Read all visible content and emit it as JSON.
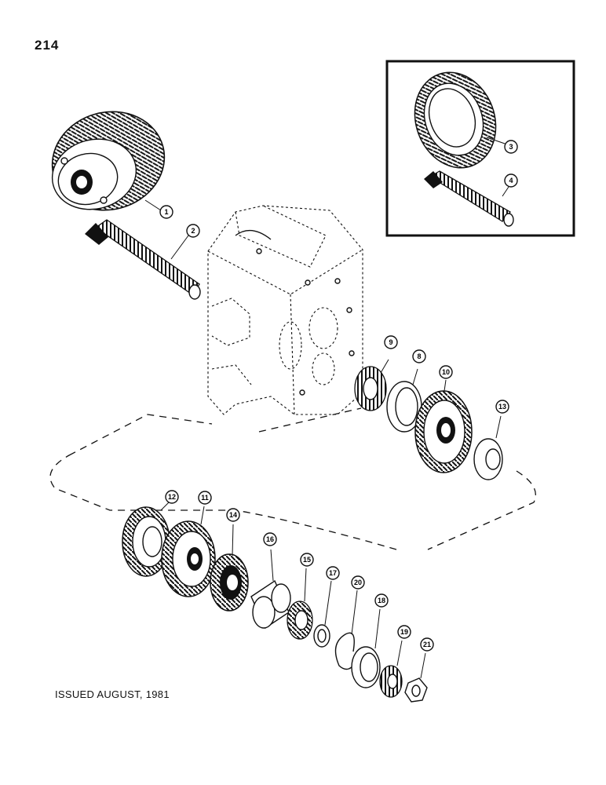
{
  "page": {
    "number": "214"
  },
  "footer": {
    "issued": "ISSUED AUGUST, 1981"
  },
  "callouts": [
    "1",
    "2",
    "3",
    "4",
    "9",
    "8",
    "10",
    "13",
    "12",
    "11",
    "14",
    "16",
    "15",
    "17",
    "20",
    "18",
    "19",
    "21"
  ]
}
